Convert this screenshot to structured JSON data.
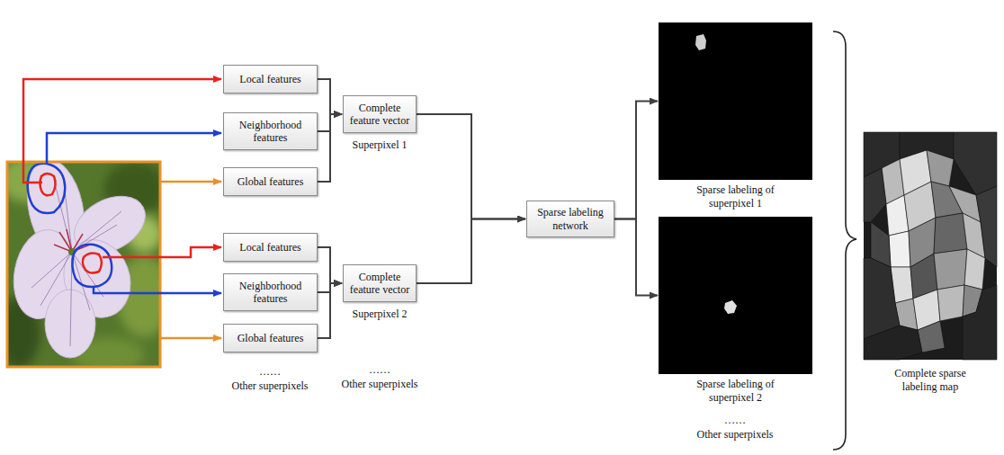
{
  "diagram": {
    "nodes": [
      {
        "text": [
          "Local features"
        ]
      },
      {
        "text": [
          "Neighborhood features"
        ]
      },
      {
        "text": [
          "Global features"
        ]
      },
      {
        "text": [
          "Complete feature vector",
          "Superpixel 1"
        ]
      },
      {
        "text": [
          "Local features"
        ]
      },
      {
        "text": [
          "Neighborhood features"
        ]
      },
      {
        "text": [
          "Global features"
        ]
      },
      {
        "text": [
          "Complete feature vector",
          "Superpixel 2"
        ]
      },
      {
        "text": [
          "Sparse labeling network"
        ]
      },
      {
        "text": [
          "Sparse labeling of superpixel 1"
        ]
      },
      {
        "text": [
          "Sparse labeling of superpixel 2"
        ]
      },
      {
        "text": [
          "Complete sparse labeling map"
        ]
      }
    ],
    "edges": [
      {
        "from": 0,
        "to": 3,
        "arrow": "to"
      },
      {
        "from": 1,
        "to": 3,
        "arrow": "to"
      },
      {
        "from": 2,
        "to": 3,
        "arrow": "to"
      },
      {
        "from": 4,
        "to": 7,
        "arrow": "to"
      },
      {
        "from": 5,
        "to": 7,
        "arrow": "to"
      },
      {
        "from": 6,
        "to": 7,
        "arrow": "to"
      },
      {
        "from": 3,
        "to": 8,
        "arrow": "to"
      },
      {
        "from": 7,
        "to": 8,
        "arrow": "to"
      },
      {
        "from": 8,
        "to": 9,
        "arrow": "to"
      },
      {
        "from": 8,
        "to": 10,
        "arrow": "to"
      }
    ],
    "labels": [
      "……",
      "Other superpixels",
      "……",
      "Other superpixels",
      "……",
      "Other superpixels"
    ]
  }
}
